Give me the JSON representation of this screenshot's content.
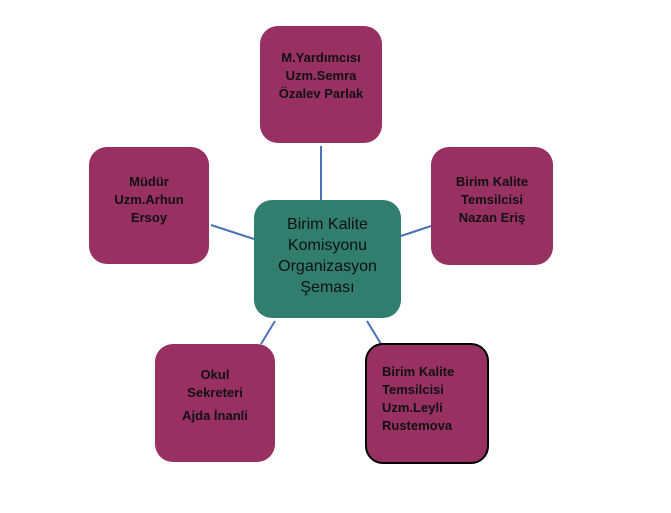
{
  "colors": {
    "member_box": "#983062",
    "center_box": "#317e6f",
    "connector": "#4a72b8",
    "highlight_border": "#000000"
  },
  "diagram": {
    "center": {
      "lines": [
        "Birim Kalite",
        "Komisyonu",
        "Organizasyon",
        "Şeması"
      ]
    },
    "members": {
      "top": {
        "lines": [
          "M.Yardımcısı",
          "Uzm.Semra",
          "Özalev Parlak"
        ]
      },
      "left": {
        "lines": [
          "Müdür",
          "Uzm.Arhun",
          "Ersoy"
        ]
      },
      "right": {
        "lines": [
          "Birim Kalite",
          "Temsilcisi",
          "Nazan Eriş"
        ]
      },
      "bottom_left": {
        "lines": [
          "Okul",
          "Sekreteri",
          "Ajda İnanli"
        ]
      },
      "bottom_right": {
        "lines": [
          "Birim Kalite",
          "Temsilcisi",
          "Uzm.Leyli",
          "Rustemova"
        ]
      }
    }
  }
}
